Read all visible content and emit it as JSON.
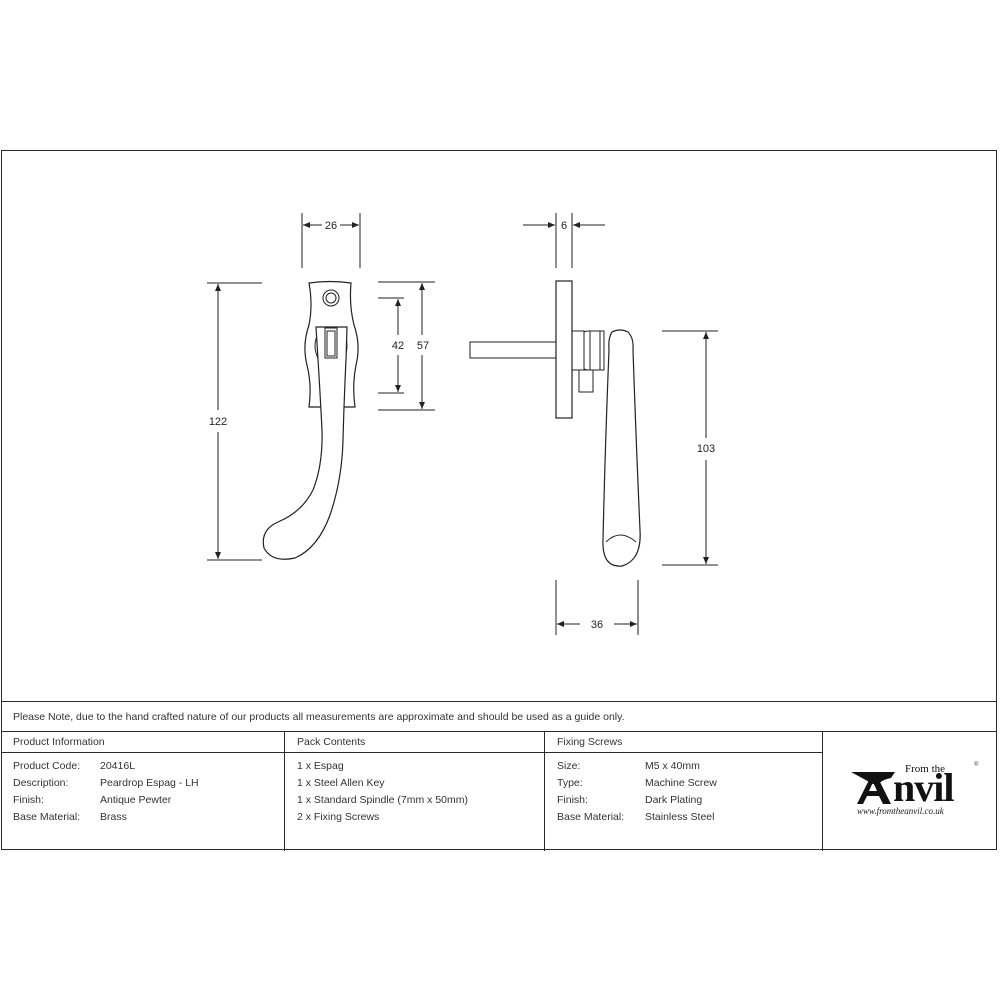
{
  "drawing": {
    "front_view": {
      "dimensions": {
        "width": "26",
        "overall_height": "122",
        "fixing_centres": "42",
        "backplate_height": "57"
      }
    },
    "side_view": {
      "dimensions": {
        "backplate_depth": "6",
        "lever_length": "103",
        "projection": "36"
      }
    }
  },
  "note": "Please Note, due to the hand crafted nature of our products all measurements are approximate and should be used as a guide only.",
  "product_information": {
    "title": "Product Information",
    "rows": [
      {
        "label": "Product Code:",
        "value": "20416L"
      },
      {
        "label": "Description:",
        "value": "Peardrop Espag - LH"
      },
      {
        "label": "Finish:",
        "value": "Antique Pewter"
      },
      {
        "label": "Base Material:",
        "value": "Brass"
      }
    ]
  },
  "pack_contents": {
    "title": "Pack Contents",
    "items": [
      "1 x Espag",
      "1 x Steel Allen Key",
      "1 x Standard Spindle (7mm x 50mm)",
      "2 x Fixing Screws"
    ]
  },
  "fixing_screws": {
    "title": "Fixing Screws",
    "rows": [
      {
        "label": "Size:",
        "value": "M5 x 40mm"
      },
      {
        "label": "Type:",
        "value": "Machine Screw"
      },
      {
        "label": "Finish:",
        "value": "Dark Plating"
      },
      {
        "label": "Base Material:",
        "value": "Stainless Steel"
      }
    ]
  },
  "logo": {
    "from_the": "From the",
    "brand": "Anvil",
    "registered": "®",
    "url": "www.fromtheanvil.co.uk"
  }
}
